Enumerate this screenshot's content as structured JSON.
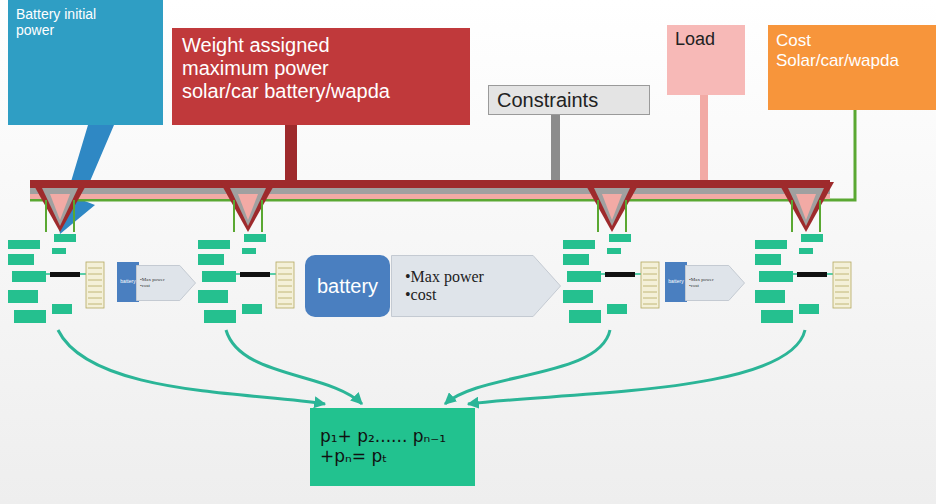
{
  "diagram": {
    "nodes": [
      {
        "text": [
          "Battery initial power"
        ]
      },
      {
        "text": [
          "Weight assigned maximum power solar/car battery/wapda"
        ]
      },
      {
        "text": [
          "Constraints"
        ]
      },
      {
        "text": [
          "Load"
        ]
      },
      {
        "text": [
          "Cost Solar/car/wapda"
        ]
      },
      {
        "text": [
          "battery"
        ]
      },
      {
        "text": [
          "•Max power",
          "•cost"
        ]
      },
      {
        "text": [
          "battery"
        ]
      },
      {
        "text": [
          "•Max power",
          "•cost"
        ]
      },
      {
        "text": [
          "battery"
        ]
      },
      {
        "text": [
          "•Max power",
          "•cost"
        ]
      },
      {
        "text": [
          "p₁+ p₂...... pₙ₋₁ +pₙ= pₜ"
        ]
      }
    ]
  }
}
